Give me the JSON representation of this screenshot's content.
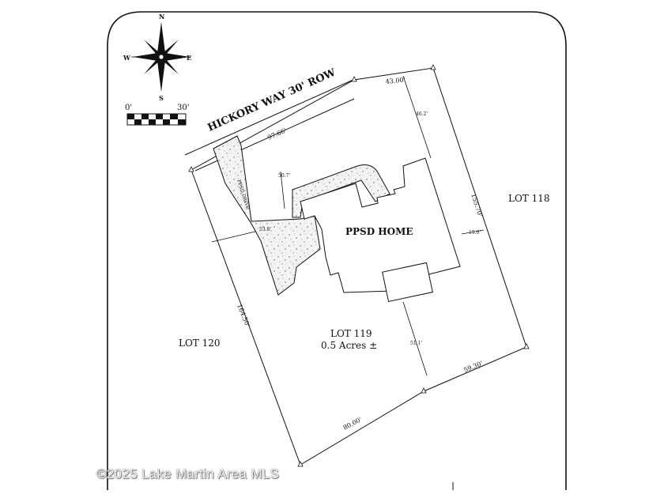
{
  "road_label": "HICKORY WAY 30' ROW",
  "lots": {
    "subject": "LOT 119",
    "subject_area": "0.5 Acres ±",
    "left": "LOT 120",
    "right": "LOT 118"
  },
  "house_label": "PPSD HOME",
  "driveway_label": "PPSD DRIVE",
  "compass": {
    "n": "N",
    "s": "S",
    "e": "E",
    "w": "W"
  },
  "scale": {
    "start": "0'",
    "end": "30'"
  },
  "dimensions": {
    "top_edge": "43.00'",
    "road_frontage": "97.66'",
    "right_edge": "155.70'",
    "left_edge": "164.50'",
    "bottom_left": "80.00'",
    "bottom_right": "59.30'",
    "setback_top": "46.2'",
    "setback_drive": "50.7'",
    "setback_left": "53.8'",
    "setback_right": "15.0'",
    "setback_bottom": "51.1'"
  },
  "watermark": "©2025 Lake Martin Area MLS"
}
